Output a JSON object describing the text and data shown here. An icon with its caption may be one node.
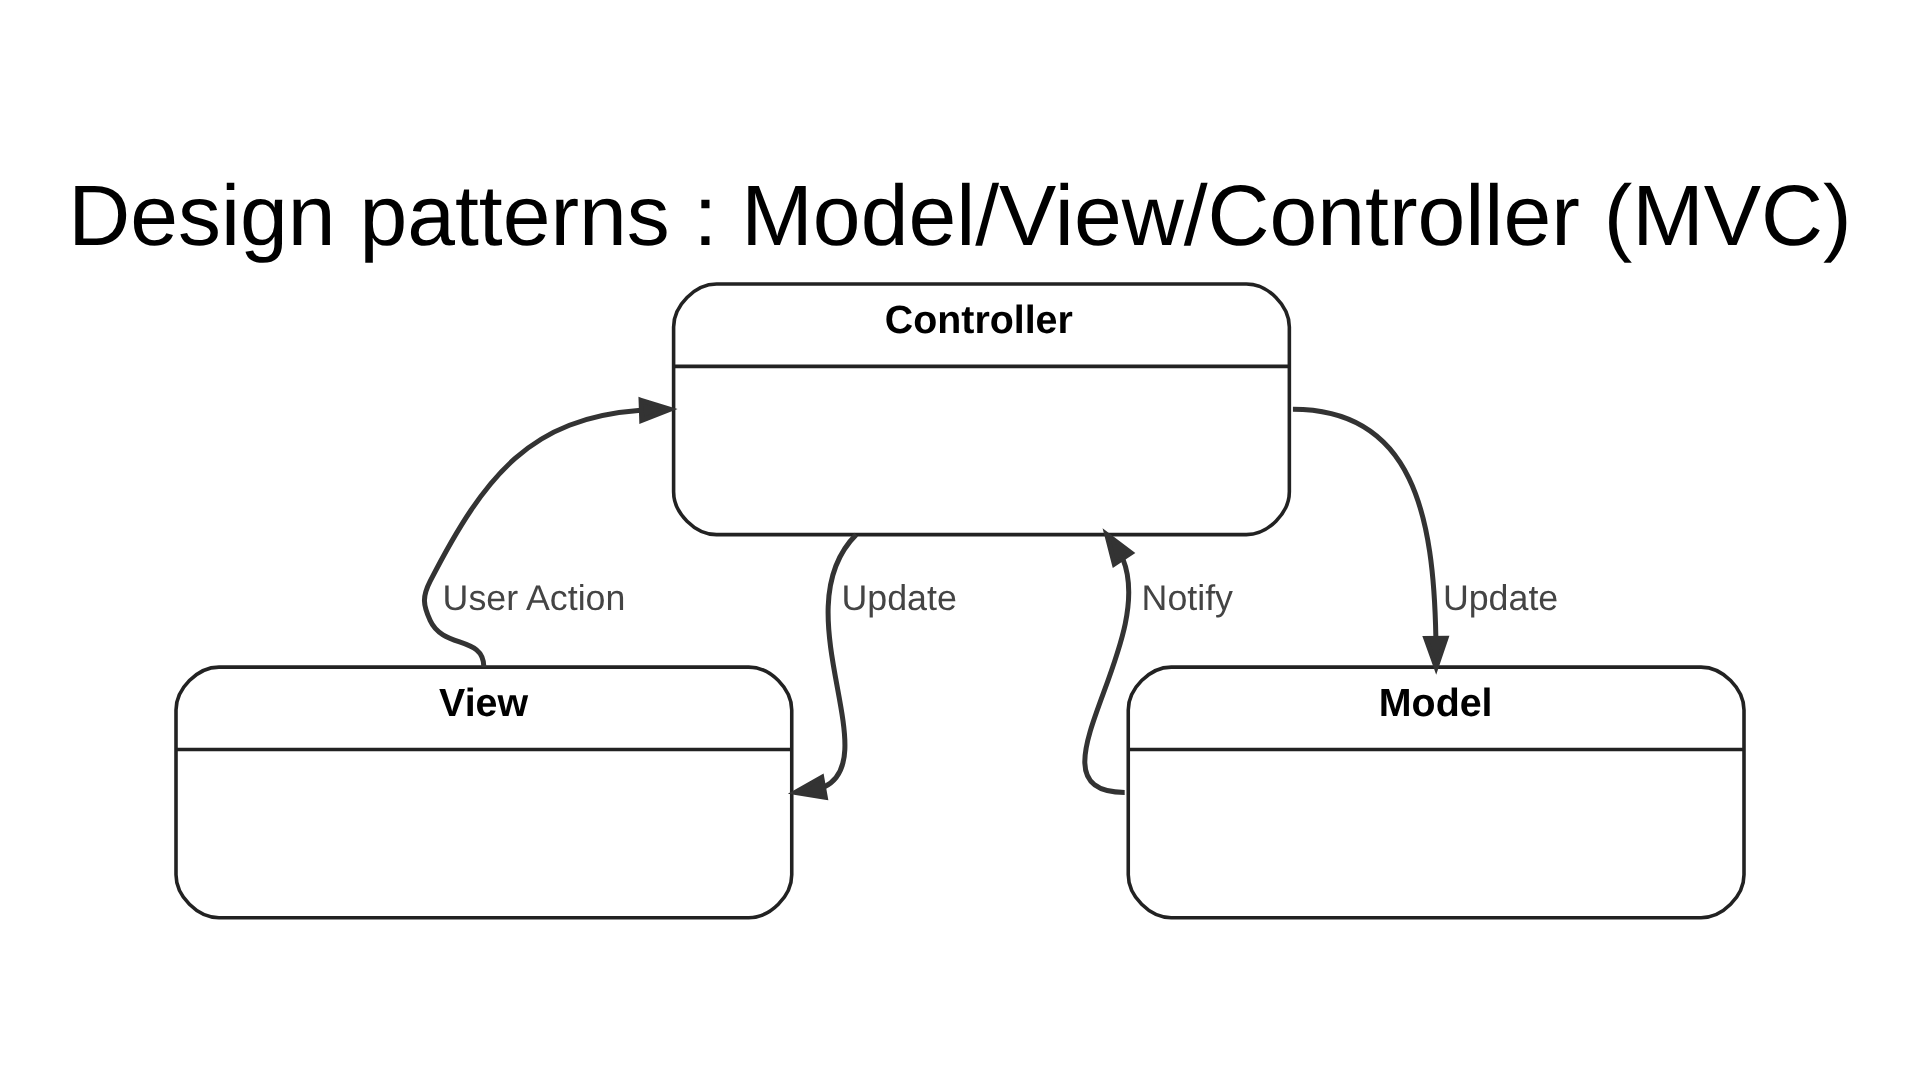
{
  "diagram": {
    "title": "Design patterns : Model/View/Controller (MVC)",
    "nodes": [
      {
        "text": [
          "Controller"
        ]
      },
      {
        "text": [
          "View"
        ]
      },
      {
        "text": [
          "Model"
        ]
      }
    ],
    "edges": [
      {
        "from": 1,
        "to": 0,
        "arrow": "to",
        "label": "User Action"
      },
      {
        "from": 0,
        "to": 2,
        "arrow": "to",
        "label": "Update"
      },
      {
        "from": 0,
        "to": 1,
        "arrow": "to",
        "label": "Update"
      },
      {
        "from": 2,
        "to": 0,
        "arrow": "to",
        "label": "Notify"
      }
    ]
  }
}
